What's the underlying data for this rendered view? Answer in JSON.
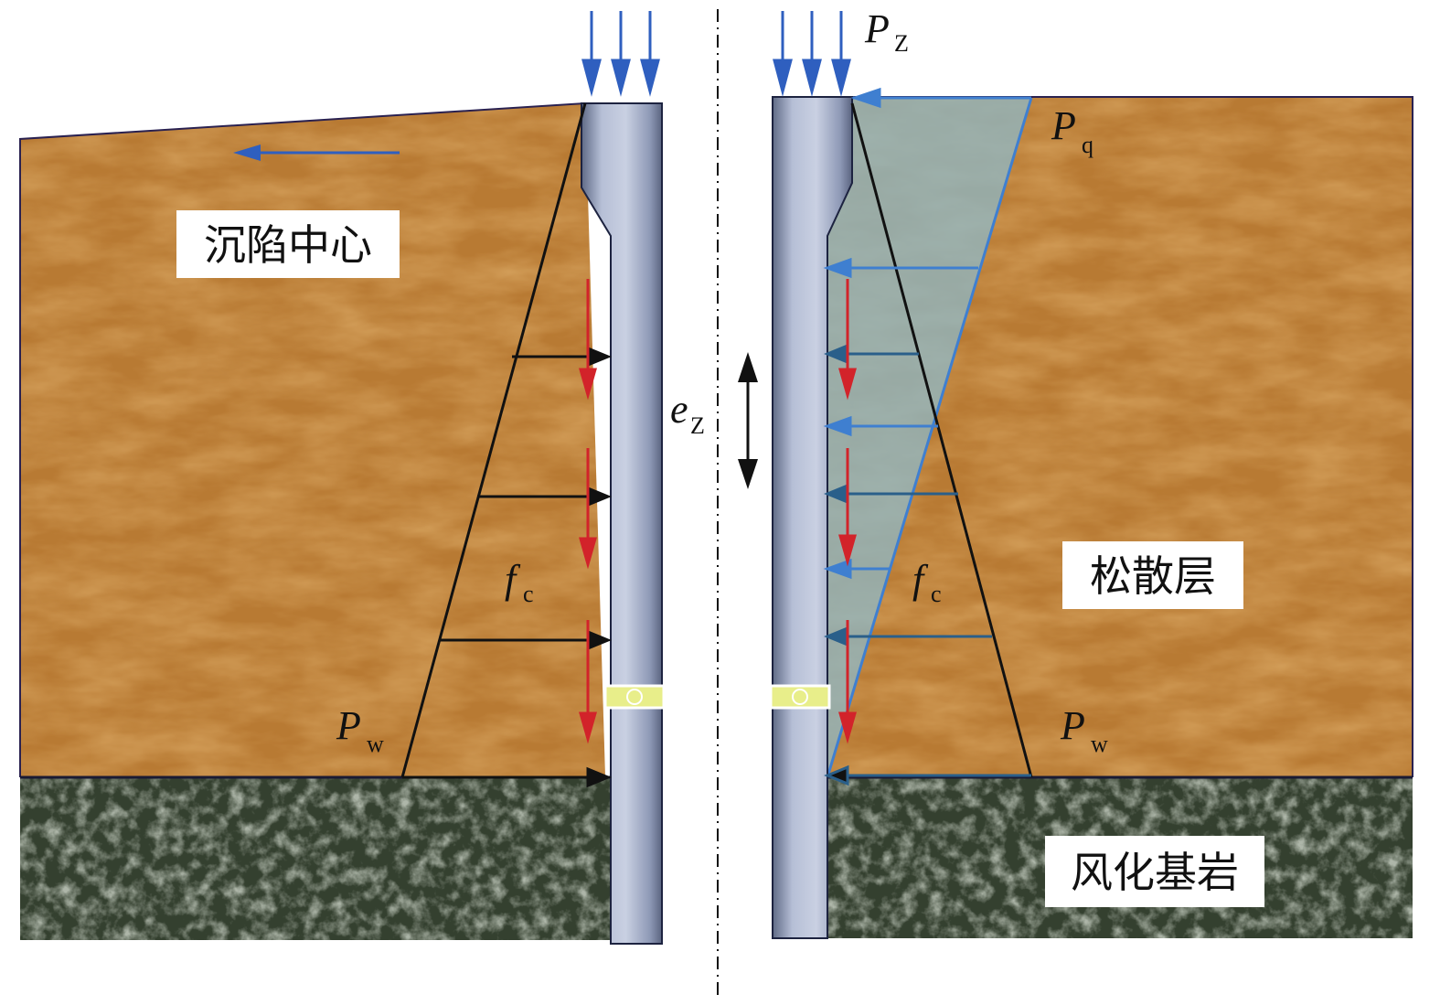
{
  "labels": {
    "subsidence_center": "沉陷中心",
    "loose_layer": "松散层",
    "weathered_bedrock": "风化基岩",
    "pz_main": "P",
    "pz_sub": "Z",
    "pq_main": "P",
    "pq_sub": "q",
    "ez_main": "e",
    "ez_sub": "Z",
    "fc_main": "f",
    "fc_sub": "c",
    "pw_main": "P",
    "pw_sub": "w"
  },
  "colors": {
    "soil": "#b9782e",
    "soil_dark": "#8a5418",
    "bedrock": "#2e3a2a",
    "shaft": "#9aa6c2",
    "load_arrow": "#2f5fbf",
    "shear_arrow": "#d2232a",
    "pressure_arrow": "#111111",
    "pressure_zone": "#8fb7c4",
    "sensor": "#e8ee8a"
  }
}
